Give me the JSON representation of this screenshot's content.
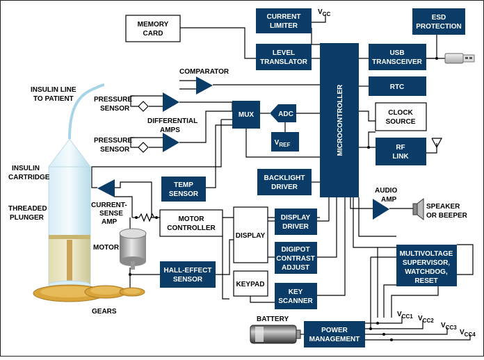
{
  "blocks": {
    "current_limiter": [
      "CURRENT",
      "LIMITER"
    ],
    "level_translator": [
      "LEVEL",
      "TRANSLATOR"
    ],
    "esd_protection": [
      "ESD",
      "PROTECTION"
    ],
    "usb_transceiver": [
      "USB",
      "TRANSCEIVER"
    ],
    "rtc": "RTC",
    "clock_source": [
      "CLOCK",
      "SOURCE"
    ],
    "rf_link": [
      "RF",
      "LINK"
    ],
    "microcontroller": "MICROCONTROLLER",
    "mux": "MUX",
    "adc": "ADC",
    "vref": {
      "main": "V",
      "sub": "REF"
    },
    "memory_card": [
      "MEMORY",
      "CARD"
    ],
    "temp_sensor": [
      "TEMP",
      "SENSOR"
    ],
    "backlight_driver": [
      "BACKLIGHT",
      "DRIVER"
    ],
    "motor_controller": [
      "MOTOR",
      "CONTROLLER"
    ],
    "display": "DISPLAY",
    "display_driver": [
      "DISPLAY",
      "DRIVER"
    ],
    "digipot": [
      "DIGIPOT",
      "CONTRAST",
      "ADJUST"
    ],
    "hall_effect_sensor": [
      "HALL-EFFECT",
      "SENSOR"
    ],
    "keypad": "KEYPAD",
    "key_scanner": [
      "KEY",
      "SCANNER"
    ],
    "multivoltage": [
      "MULTIVOLTAGE",
      "SUPERVISOR,",
      "WATCHDOG,",
      "RESET"
    ],
    "power_management": [
      "POWER",
      "MANAGEMENT"
    ]
  },
  "labels": {
    "vcc": {
      "main": "V",
      "sub": "CC"
    },
    "comparator": "COMPARATOR",
    "insulin_line": [
      "INSULIN LINE",
      "TO PATIENT"
    ],
    "pressure_sensor_1": [
      "PRESSURE",
      "SENSOR"
    ],
    "pressure_sensor_2": [
      "PRESSURE",
      "SENSOR"
    ],
    "differential_amps": [
      "DIFFERENTIAL",
      "AMPS"
    ],
    "insulin_cartridge": [
      "INSULIN",
      "CARTRIDGE"
    ],
    "threaded_plunger": [
      "THREADED",
      "PLUNGER"
    ],
    "current_sense_amp": [
      "CURRENT-",
      "SENSE",
      "AMP"
    ],
    "motor": "MOTOR",
    "gears": "GEARS",
    "audio_amp": [
      "AUDIO",
      "AMP"
    ],
    "speaker": [
      "SPEAKER",
      "OR BEEPER"
    ],
    "battery": "BATTERY",
    "vcc1": {
      "main": "V",
      "sub": "CC1"
    },
    "vcc2": {
      "main": "V",
      "sub": "CC2"
    },
    "vcc3": {
      "main": "V",
      "sub": "CC3"
    },
    "vcc4": {
      "main": "V",
      "sub": "CC4"
    }
  },
  "colors": {
    "block_fill": "#0b3c68",
    "block_text": "#ffffff",
    "outline_text": "#000000",
    "line": "#000000",
    "gear": "#d9a43c",
    "tube": "#a8d4e8"
  }
}
